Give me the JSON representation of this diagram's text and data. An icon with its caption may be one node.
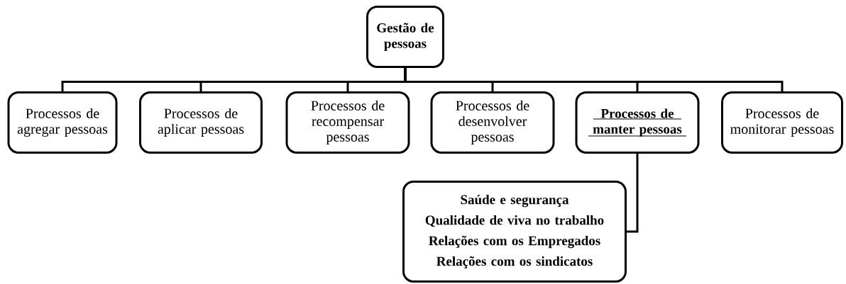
{
  "diagram": {
    "nodes": [
      {
        "text": [
          "Gestão de pessoas"
        ]
      },
      {
        "text": [
          "Processos de agregar pessoas"
        ]
      },
      {
        "text": [
          "Processos de aplicar pessoas"
        ]
      },
      {
        "text": [
          "Processos de recompensar pessoas"
        ]
      },
      {
        "text": [
          "Processos de desenvolver pessoas"
        ]
      },
      {
        "text": [
          "Processos de manter pessoas"
        ]
      },
      {
        "text": [
          "Processos de monitorar pessoas"
        ]
      },
      {
        "text": [
          "Saúde e segurança",
          "Qualidade de viva no trabalho",
          "Relações com os Empregados",
          "Relações com os sindicatos"
        ]
      }
    ],
    "edges": [
      {
        "from": 0,
        "to": 1,
        "arrow": "none"
      },
      {
        "from": 0,
        "to": 2,
        "arrow": "none"
      },
      {
        "from": 0,
        "to": 3,
        "arrow": "none"
      },
      {
        "from": 0,
        "to": 4,
        "arrow": "none"
      },
      {
        "from": 0,
        "to": 5,
        "arrow": "none"
      },
      {
        "from": 0,
        "to": 6,
        "arrow": "none"
      },
      {
        "from": 5,
        "to": 7,
        "arrow": "none"
      }
    ]
  }
}
